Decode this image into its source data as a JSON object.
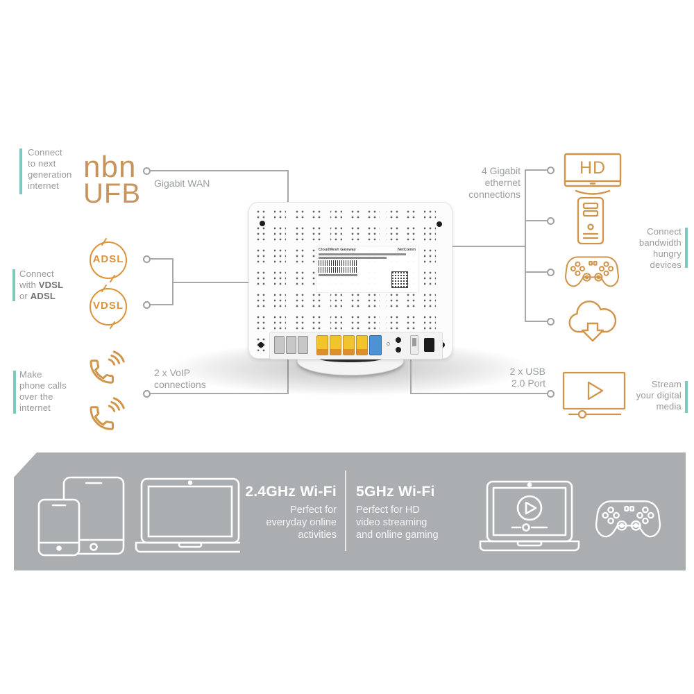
{
  "palette": {
    "accent_orange": "#d0944a",
    "accent_orange_bright": "#dd9238",
    "teal_accent": "#7ec7bd",
    "text_gray": "#97999b",
    "line_gray": "#a8a8a8",
    "band_gray": "#abaeb0",
    "port_yellow": "#f2c42c",
    "port_blue": "#4e92d6",
    "icon_white": "#ffffff"
  },
  "wan": {
    "caption_lines": [
      "Connect",
      "to next",
      "generation",
      "internet"
    ],
    "logo_top": "nbn",
    "logo_bottom": "UFB",
    "connector_label": "Gigabit WAN"
  },
  "dsl": {
    "caption_line1": "Connect",
    "caption_line2_pre": "with ",
    "caption_line2_bold": "VDSL",
    "caption_line3_pre": "or ",
    "caption_line3_bold": "ADSL",
    "adsl_badge": "ADSL",
    "vdsl_badge": "VDSL"
  },
  "voip": {
    "caption_lines": [
      "Make",
      "phone calls",
      "over the",
      "internet"
    ],
    "connector_lines": [
      "2 x VoIP",
      "connections"
    ]
  },
  "ethernet": {
    "connector_lines": [
      "4 Gigabit",
      "ethernet",
      "connections"
    ],
    "caption_lines": [
      "Connect",
      "bandwidth",
      "hungry",
      "devices"
    ],
    "hd_label": "HD"
  },
  "usb": {
    "connector_lines": [
      "2 x USB",
      "2.0 Port"
    ],
    "caption_lines": [
      "Stream",
      "your digital",
      "media"
    ]
  },
  "router": {
    "label_brand_left": "CloudMesh Gateway",
    "label_brand_right": "NetComm"
  },
  "band": {
    "wifi24_title": "2.4GHz Wi-Fi",
    "wifi24_lines": [
      "Perfect for",
      "everyday online",
      "activities"
    ],
    "wifi5_title": "5GHz Wi-Fi",
    "wifi5_lines": [
      "Perfect for HD",
      "video streaming",
      "and online gaming"
    ]
  },
  "icons": {
    "nbn-ufb-logo": "text logo",
    "adsl-badge-icon": "sketched circle with ADSL",
    "vdsl-badge-icon": "sketched circle with VDSL",
    "voip-phone-icon": "handset with signal waves",
    "hd-tv-icon": "television with HD",
    "desktop-tower-icon": "pc tower outline",
    "game-controller-icon": "gamepad outline",
    "cloud-download-icon": "cloud with down arrow",
    "media-player-icon": "video player with play and progress bar",
    "smartphone-icon": "phone outline",
    "tablet-icon": "tablet outline",
    "laptop-icon": "laptop outline",
    "laptop-streaming-icon": "laptop with play button",
    "gamepad-white-icon": "gamepad outline white"
  }
}
